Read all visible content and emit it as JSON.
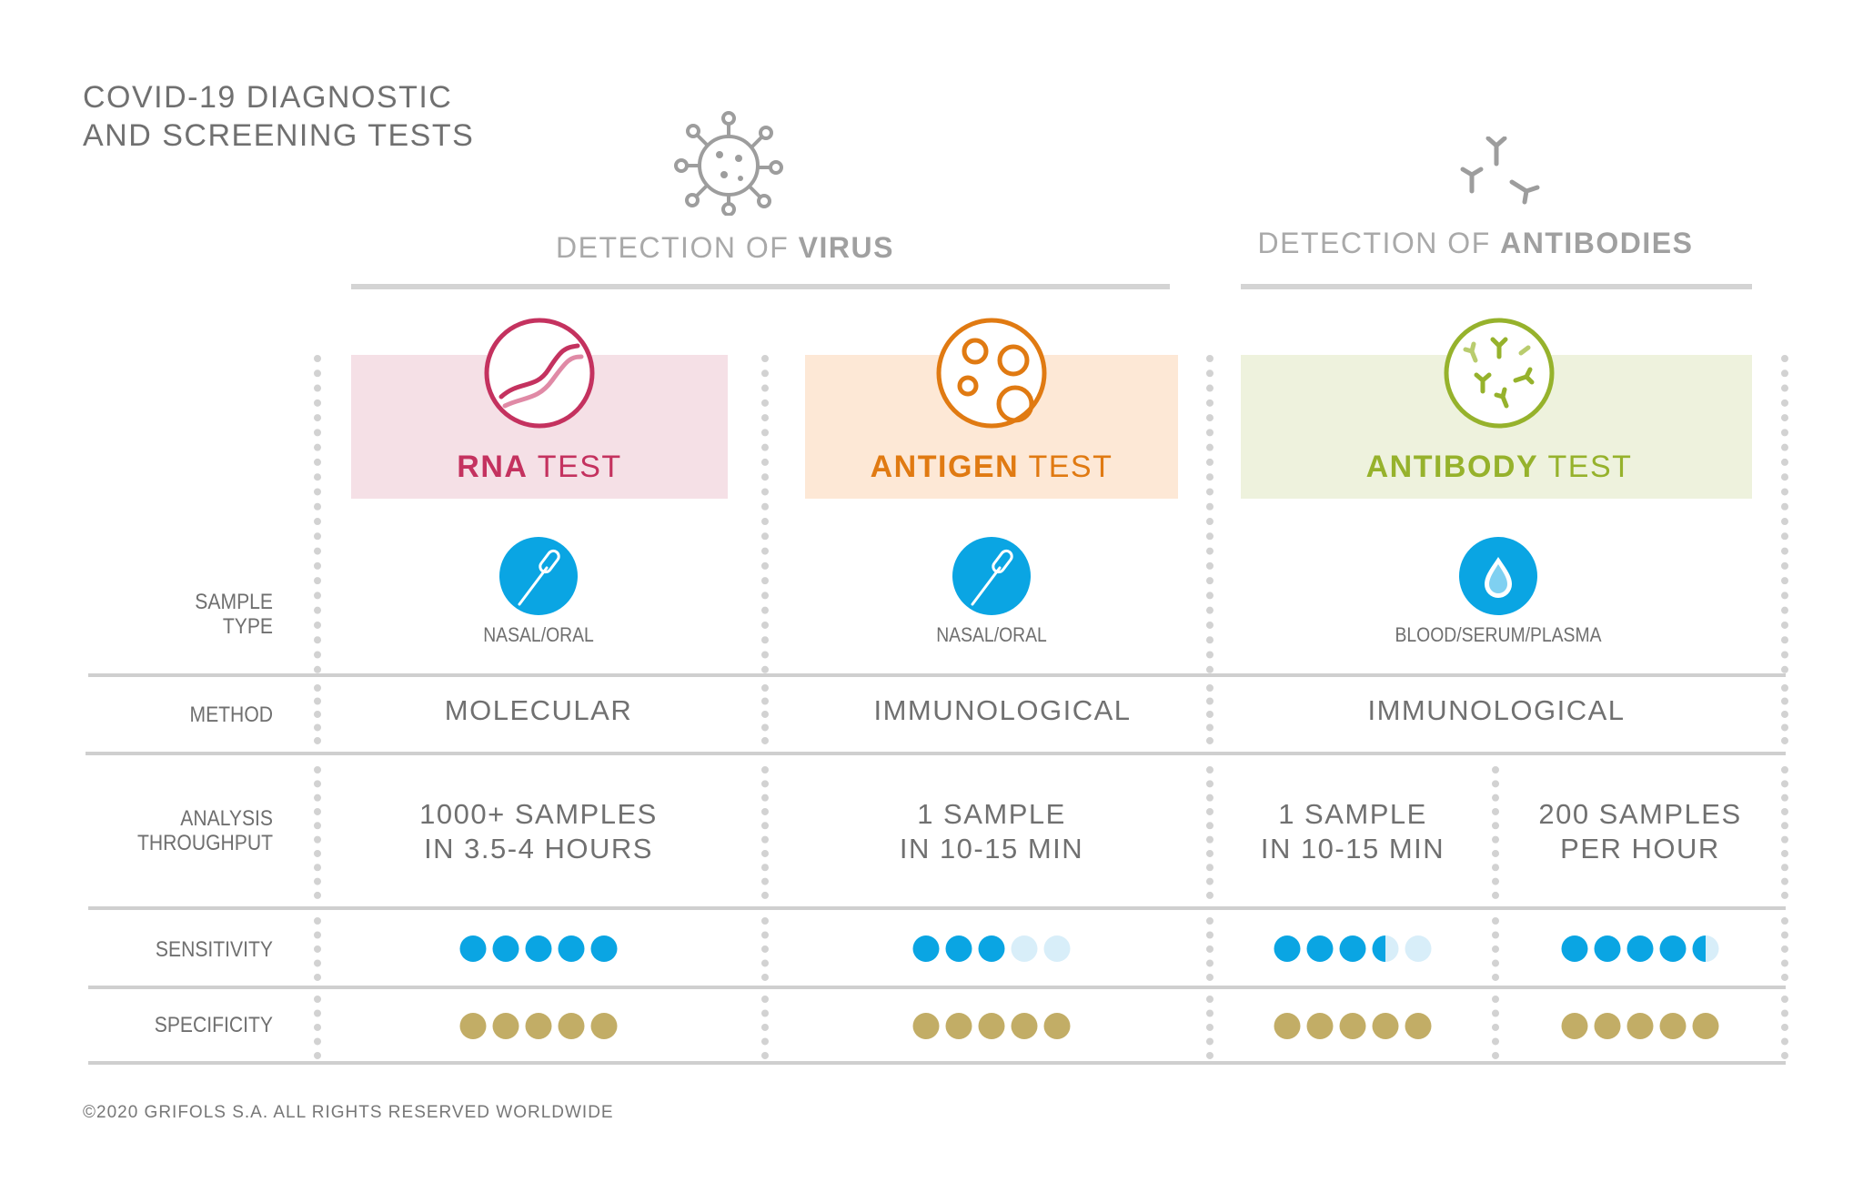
{
  "title": "COVID-19 DIAGNOSTIC\nAND SCREENING TESTS",
  "groups": {
    "virus": {
      "prefix": "DETECTION OF ",
      "bold": "VIRUS"
    },
    "antibodies": {
      "prefix": "DETECTION OF ",
      "bold": "ANTIBODIES"
    }
  },
  "tests": {
    "rna": {
      "bold": "RNA",
      "rest": " TEST",
      "color": "#c4325f",
      "bg": "#f5e0e6"
    },
    "antigen": {
      "bold": "ANTIGEN",
      "rest": " TEST",
      "color": "#e07a12",
      "bg": "#fde8d6"
    },
    "antibody": {
      "bold": "ANTIBODY",
      "rest": " TEST",
      "color": "#96b22c",
      "bg": "#eef2dd"
    }
  },
  "row_labels": {
    "sample_type": "SAMPLE\nTYPE",
    "method": "METHOD",
    "throughput": "ANALYSIS\nTHROUGHPUT",
    "sensitivity": "SENSITIVITY",
    "specificity": "SPECIFICITY"
  },
  "sample_types": {
    "rna": "NASAL/ORAL",
    "antigen": "NASAL/ORAL",
    "antibody": "BLOOD/SERUM/PLASMA"
  },
  "methods": {
    "rna": "MOLECULAR",
    "antigen": "IMMUNOLOGICAL",
    "antibody": "IMMUNOLOGICAL"
  },
  "throughput": {
    "rna": "1000+ SAMPLES\nIN 3.5-4 HOURS",
    "antigen": "1 SAMPLE\nIN 10-15 MIN",
    "antibody_rapid": "1 SAMPLE\nIN 10-15 MIN",
    "antibody_lab": "200 SAMPLES\nPER HOUR"
  },
  "ratings": {
    "sensitivity": {
      "rna": 5,
      "antigen": 3,
      "antibody_rapid": 3.5,
      "antibody_lab": 4.5
    },
    "specificity": {
      "rna": 5,
      "antigen": 5,
      "antibody_rapid": 5,
      "antibody_lab": 5
    },
    "max": 5
  },
  "colors": {
    "sensitivity_full": "#0aa5e3",
    "sensitivity_empty": "#d8eef9",
    "specificity_full": "#c2ad66",
    "icon_blue": "#0aa5e3",
    "icon_gray": "#9d9d9d"
  },
  "icons": {
    "virus": "virus-icon",
    "antibodies": "antibodies-icon",
    "rna": "rna-helix-icon",
    "antigen": "antigen-cells-icon",
    "antibody": "antibody-cells-icon",
    "swab": "swab-icon",
    "blood": "blood-drop-icon"
  },
  "footer": "©2020 GRIFOLS S.A. ALL RIGHTS RESERVED WORLDWIDE"
}
